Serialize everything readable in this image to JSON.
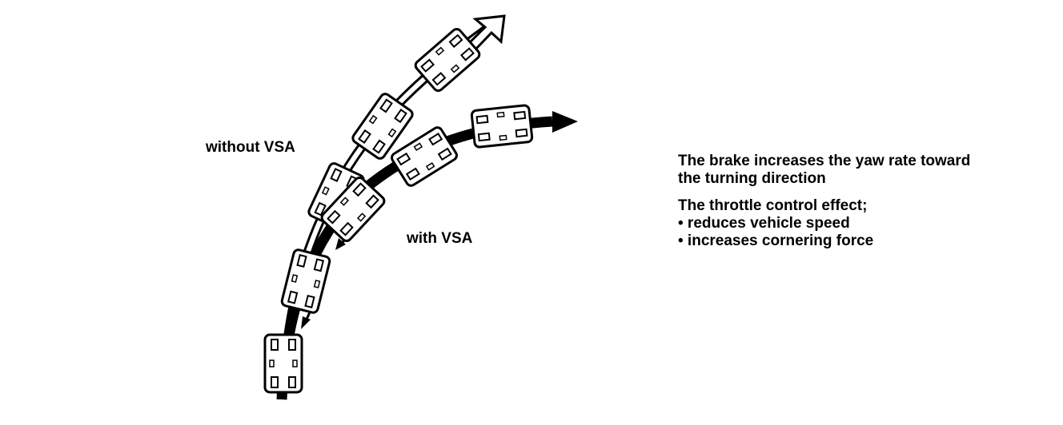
{
  "labels": {
    "without_vsa": "without VSA",
    "with_vsa": "with VSA"
  },
  "description": {
    "brake_line1": "The brake increases the yaw rate toward",
    "brake_line2": "the turning direction",
    "throttle_title": "The throttle control effect;",
    "effects": [
      "• reduces vehicle speed",
      "• increases cornering force"
    ]
  },
  "colors": {
    "ink": "#000000",
    "paper": "#ffffff"
  }
}
